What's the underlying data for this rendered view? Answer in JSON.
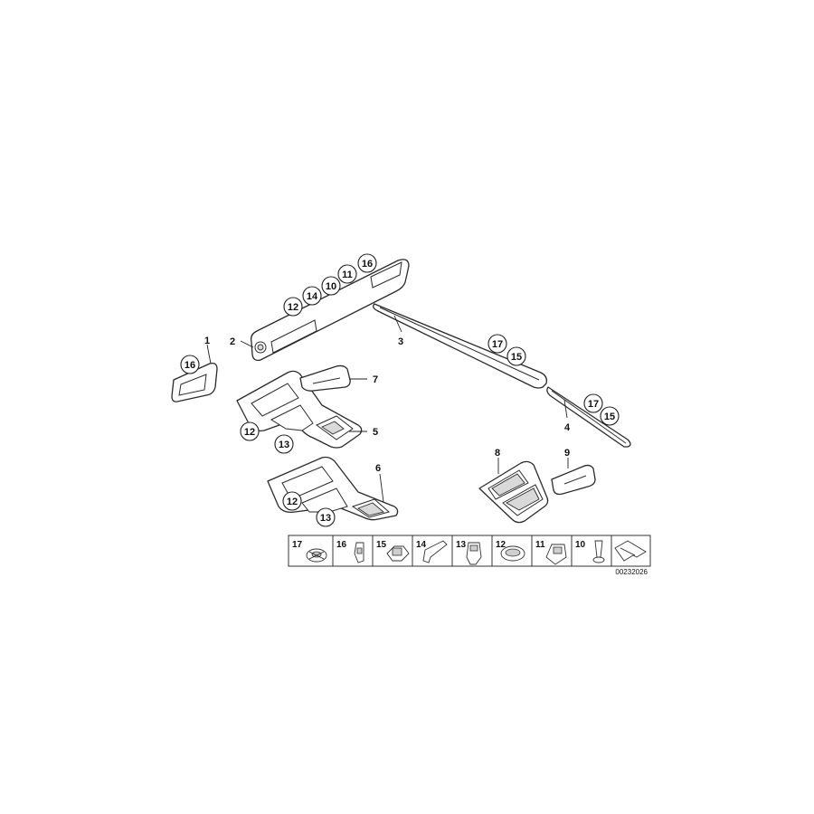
{
  "callouts": {
    "c1": "16",
    "c2": "12",
    "c3": "14",
    "c4": "10",
    "c5": "11",
    "c6": "16",
    "c7": "17",
    "c8": "15",
    "c9": "17",
    "c10": "15",
    "c11": "12",
    "c12": "13",
    "c13": "12",
    "c14": "13"
  },
  "labels": {
    "l1": "1",
    "l2": "2",
    "l3": "3",
    "l4": "4",
    "l5": "5",
    "l6": "6",
    "l7": "7",
    "l8": "8",
    "l9": "9"
  },
  "legend": {
    "items": [
      "17",
      "16",
      "15",
      "14",
      "13",
      "12",
      "11",
      "10"
    ],
    "icons": [
      "grommet-icon",
      "clip-icon",
      "push-button-icon",
      "hook-clip-icon",
      "spring-clip-icon",
      "oval-cap-icon",
      "square-clip-icon",
      "screw-icon",
      "nav-arrow-icon"
    ]
  },
  "reference_number": "00232026"
}
